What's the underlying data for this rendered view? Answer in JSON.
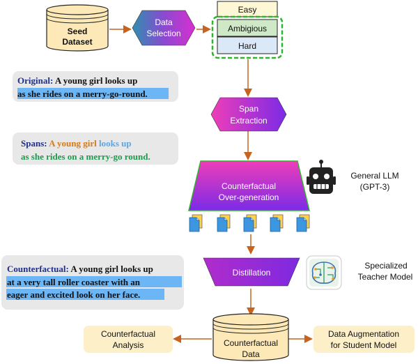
{
  "nodes": {
    "seed_dataset": [
      "Seed",
      "Dataset"
    ],
    "data_selection": [
      "Data",
      "Selection"
    ],
    "easy": "Easy",
    "ambiguous": "Ambigious",
    "hard": "Hard",
    "span_extraction": [
      "Span",
      "Extraction"
    ],
    "overgeneration": [
      "Counterfactual",
      "Over-generation"
    ],
    "general_llm": [
      "General LLM",
      "(GPT-3)"
    ],
    "distillation": "Distillation",
    "teacher": [
      "Specialized",
      "Teacher Model"
    ],
    "cf_data": [
      "Counterfactual",
      "Data"
    ],
    "cf_analysis": [
      "Counterfactual",
      "Analysis"
    ],
    "augmentation": [
      "Data Augmentation",
      "for Student Model"
    ]
  },
  "examples": {
    "original": {
      "label": "Original",
      "line1": "A young girl looks up",
      "line2": "as she rides on a merry-go-round."
    },
    "spans": {
      "label": "Spans",
      "part1": "A young girl",
      "part2": "looks up",
      "line2": "as she rides on a merry-go round."
    },
    "counterfactual": {
      "label": "Counterfactual",
      "line1": "A young girl looks up",
      "line2": "at a very tall roller coaster with an",
      "line3": "eager and excited look on her face."
    }
  },
  "colors": {
    "arrow": "#c8621f",
    "dark_blue": "#1f2f8a",
    "span_orange": "#d97a16",
    "span_blue": "#5aa6e6",
    "span_green": "#1e9a4c",
    "highlight": "#6cb6f5",
    "green_border": "#2db52d",
    "magenta": "#e838b8",
    "purple": "#7a28e0"
  }
}
